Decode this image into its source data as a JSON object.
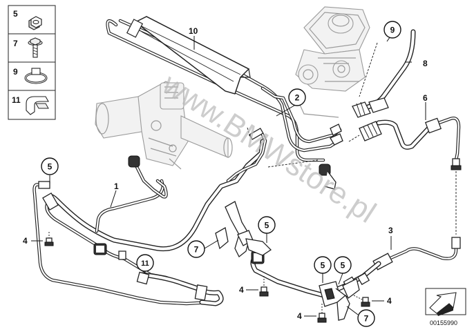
{
  "legend": [
    {
      "number": "5",
      "icon": "hex-nut-icon"
    },
    {
      "number": "7",
      "icon": "bolt-icon"
    },
    {
      "number": "9",
      "icon": "hose-clamp-icon"
    },
    {
      "number": "11",
      "icon": "clip-icon"
    }
  ],
  "callouts": {
    "c1": "1",
    "c2": "2",
    "c3": "3",
    "c4a": "4",
    "c4b": "4",
    "c4c": "4",
    "c4d": "4",
    "c5a": "5",
    "c5b": "5",
    "c5c": "5",
    "c5d": "5",
    "c6": "6",
    "c7a": "7",
    "c7b": "7",
    "c8": "8",
    "c9": "9",
    "c10": "10",
    "c11": "11"
  },
  "watermark": "www.BMWstore.pl",
  "diagram_ref": "00155990"
}
